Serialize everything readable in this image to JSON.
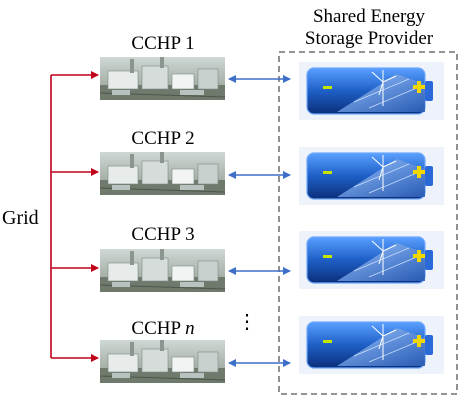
{
  "provider": {
    "title_line1": "Shared Energy",
    "title_line2": "Storage Provider"
  },
  "grid": {
    "label": "Grid"
  },
  "cchp_units": [
    {
      "label_main": "CCHP 1",
      "label_suffix": ""
    },
    {
      "label_main": "CCHP 2",
      "label_suffix": ""
    },
    {
      "label_main": "CCHP 3",
      "label_suffix": ""
    },
    {
      "label_main": "CCHP ",
      "label_suffix": "n"
    }
  ],
  "ellipsis": "⋮",
  "colors": {
    "grid_arrow": "#c0001a",
    "exchange_arrow": "#3d6fc8",
    "dashed_border": "#555555",
    "battery_blue": "#1e5fc6",
    "battery_cap": "#f2d800"
  },
  "icons": {
    "plant": "cchp-plant-icon",
    "battery": "solar-wind-battery-icon"
  }
}
